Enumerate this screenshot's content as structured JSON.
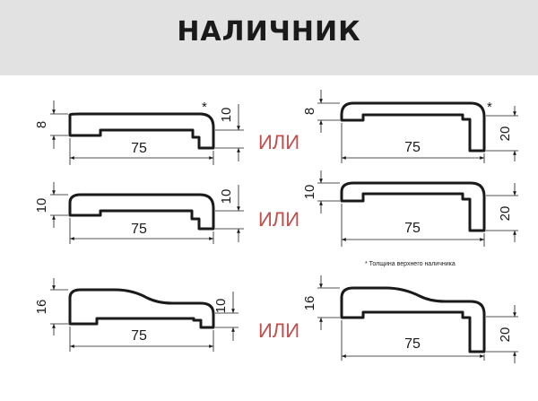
{
  "title": "НАЛИЧНИК",
  "or_label": "ИЛИ",
  "asterisk": "*",
  "footnote": "* Толщина верхнего наличника",
  "profiles": [
    {
      "width": "75",
      "height": "8",
      "thickness": "10"
    },
    {
      "width": "75",
      "height": "8",
      "thickness": "20"
    },
    {
      "width": "75",
      "height": "10",
      "thickness": "10"
    },
    {
      "width": "75",
      "height": "10",
      "thickness": "20"
    },
    {
      "width": "75",
      "height": "16",
      "thickness": "10"
    },
    {
      "width": "75",
      "height": "16",
      "thickness": "20"
    }
  ],
  "colors": {
    "accent": "#c0504d",
    "header_bg": "#e2e2e2",
    "line": "#1a1a1a"
  }
}
